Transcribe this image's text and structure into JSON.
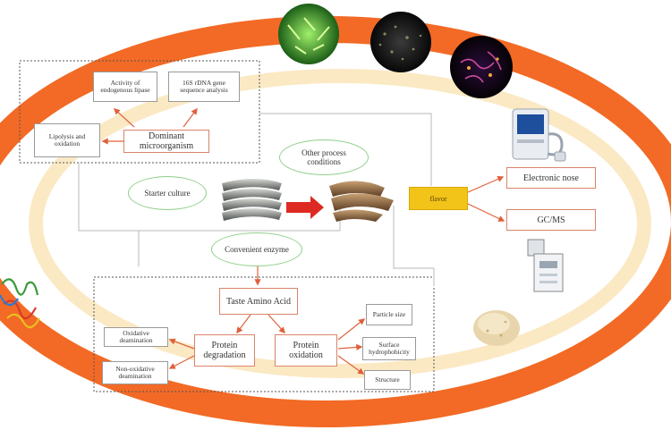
{
  "nodes": {
    "activity_enzymes": "Activity of endogenous lipase",
    "gene_sequence": "16S rDNA gene sequence analysis",
    "lipolysis": "Lipolysis and oxidation",
    "dominant_micro": "Dominant microorganism",
    "starter_culture": "Starter culture",
    "other_conditions": "Other process conditions",
    "flavor": "flavor",
    "electronic_nose": "Electronic nose",
    "gcms": "GC/MS",
    "convenient_enzyme": "Convenient enzyme",
    "taste_amino_acid": "Taste Amino Acid",
    "oxidative_deamination": "Oxidative deamination",
    "non_oxidative_deamination": "Non-oxidative deamination",
    "protein_degradation": "Protein degradation",
    "protein_oxidation": "Protein oxidation",
    "particle_size": "Particle size",
    "surface_hydrophobicity": "Surface hydrophobicity",
    "structure": "Structure"
  },
  "colors": {
    "outer_ring": "#f26a25",
    "inner_band": "#fbe9c4",
    "box_border": "#d9846a",
    "ellipse_border": "#8fcf8a",
    "flavor": "#f2c319",
    "arrow": "#dd2a22",
    "small_arrow": "#e0603a"
  },
  "images": [
    "green-bacteria-icon",
    "dark-colony-icon",
    "fluorescent-cells-icon",
    "raw-fish-icon",
    "fermented-fish-icon",
    "electronic-nose-device-icon",
    "gcms-instrument-icon",
    "protein-powder-icon",
    "protein-structure-icon"
  ]
}
